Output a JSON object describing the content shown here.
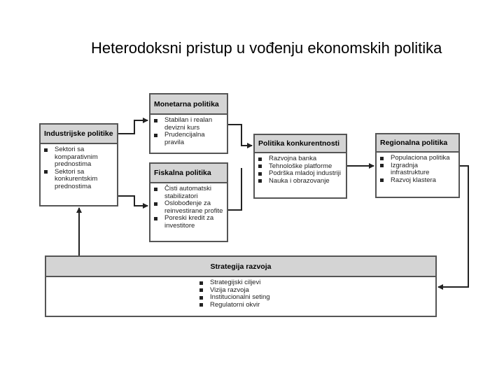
{
  "title": "Heterodoksni pristup u vođenju ekonomskih politika",
  "boxes": {
    "industrijske": {
      "title": "Industrijske politike",
      "items": [
        "Sektori sa komparativnim prednostima",
        "Sektori sa konkurentskim prednostima"
      ]
    },
    "monetarna": {
      "title": "Monetarna politika",
      "items": [
        "Stabilan i realan devizni kurs",
        "Prudencijalna pravila"
      ]
    },
    "fiskalna": {
      "title": "Fiskalna politika",
      "items": [
        "Čisti automatski stabilizatori",
        "Oslobođenje za reinvestirane profite",
        "Poreski kredit za investitore"
      ]
    },
    "konkurentnost": {
      "title": "Politika konkurentnosti",
      "items": [
        "Razvojna banka",
        "Tehnološke platforme",
        "Podrška mladoj industriji",
        "Nauka i obrazovanje"
      ]
    },
    "regionalna": {
      "title": "Regionalna politika",
      "items": [
        "Populaciona politika",
        "Izgradnja infrastrukture",
        "Razvoj klastera"
      ]
    },
    "strategija": {
      "title": "Strategija razvoja",
      "items": [
        "Strategijski ciljevi",
        "Vizija razvoja",
        "Institucionalni seting",
        "Regulatorni okvir"
      ]
    }
  }
}
